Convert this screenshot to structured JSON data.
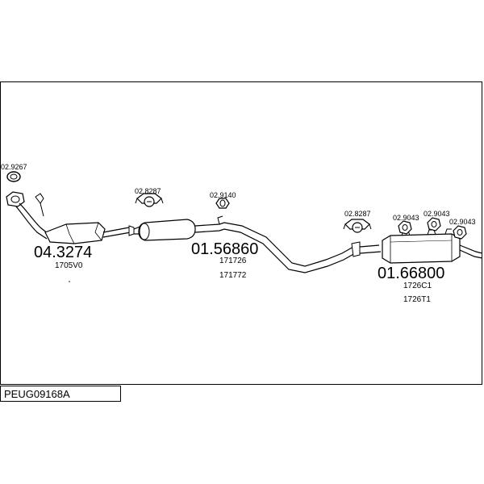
{
  "part_numbers": {
    "catalytic": "04.3274",
    "middle_pipe": "01.56860",
    "rear_silencer": "01.66800"
  },
  "oem_refs": {
    "catalytic": "1705V0",
    "middle_pipe_1": "171726",
    "middle_pipe_2": "171772",
    "rear_silencer_1": "1726C1",
    "rear_silencer_2": "1726T1"
  },
  "fittings": {
    "gasket": "02.9267",
    "clamp_front": "02.8287",
    "hanger_mid": "02.9140",
    "clamp_rear": "02.8287",
    "hanger_rear_1": "02.9043",
    "hanger_rear_2": "02.9043",
    "hanger_rear_3": "02.9043"
  },
  "footer": {
    "code": "PEUG09168A"
  }
}
